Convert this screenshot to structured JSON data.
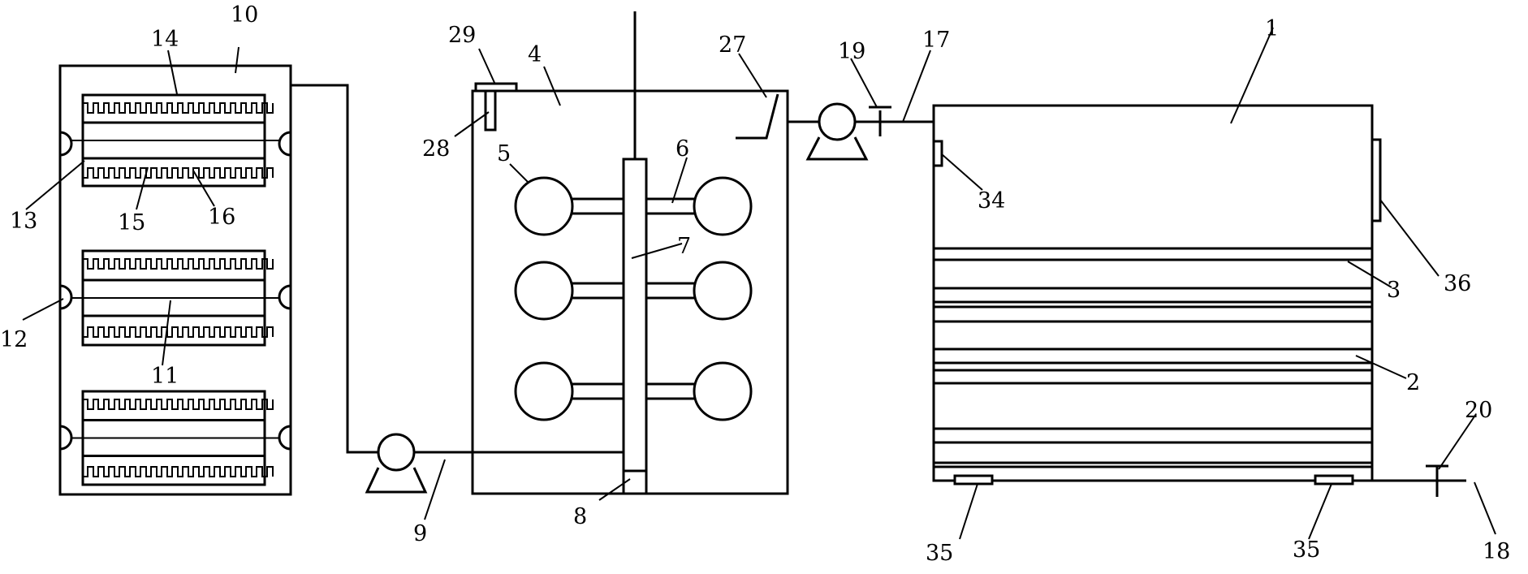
{
  "labels": {
    "n1": "1",
    "n2": "2",
    "n3": "3",
    "n4": "4",
    "n5": "5",
    "n6": "6",
    "n7": "7",
    "n8": "8",
    "n9": "9",
    "n10": "10",
    "n11": "11",
    "n12": "12",
    "n13": "13",
    "n14": "14",
    "n15": "15",
    "n16": "16",
    "n17": "17",
    "n18": "18",
    "n19": "19",
    "n20": "20",
    "n27": "27",
    "n28": "28",
    "n29": "29",
    "n34": "34",
    "n35a": "35",
    "n35b": "35",
    "n36": "36"
  },
  "colors": {
    "stroke": "#000000",
    "background": "#ffffff"
  }
}
